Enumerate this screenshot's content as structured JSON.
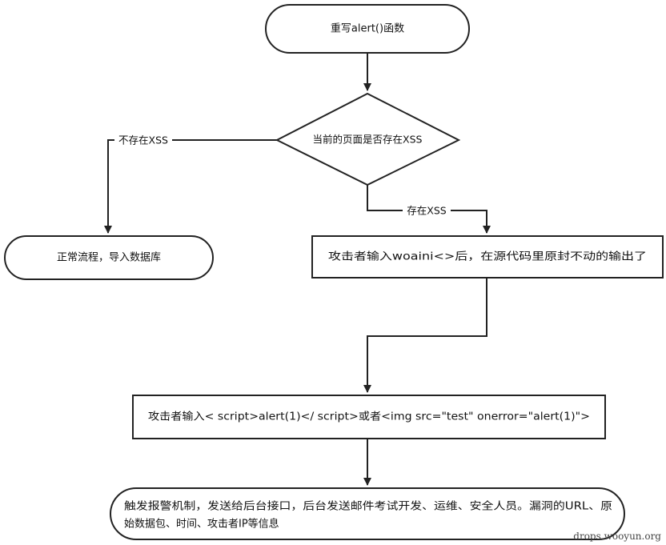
{
  "nodes": {
    "rewrite": {
      "label": "重写alert()函数"
    },
    "check": {
      "label": "当前的页面是否存在XSS"
    },
    "normal": {
      "label": "正常流程，导入数据库"
    },
    "output": {
      "label": "攻击者输入woaini<>后，在源代码里原封不动的输出了"
    },
    "input": {
      "label": "攻击者输入< script>alert(1)</ script>或者<img src=\"test\" onerror=\"alert(1)\">"
    },
    "alarm": {
      "line1": "触发报警机制，发送给后台接口，后台发送邮件考试开发、运维、安全人员。漏洞的URL、原",
      "line2": "始数据包、时间、攻击者IP等信息"
    }
  },
  "edges": {
    "no_xss": "不存在XSS",
    "has_xss": "存在XSS"
  },
  "watermark": "drops.wooyun.org"
}
